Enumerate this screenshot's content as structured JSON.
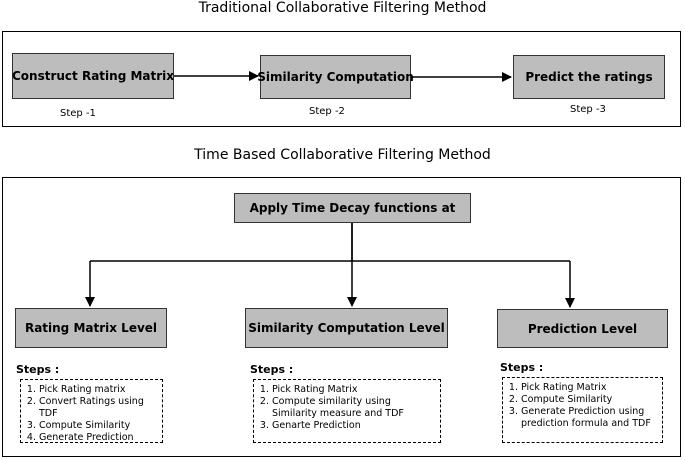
{
  "traditional": {
    "title": "Traditional Collaborative Filtering Method",
    "boxes": [
      "Construct Rating Matrix",
      "Similarity Computation",
      "Predict the ratings"
    ],
    "steps": [
      "Step -1",
      "Step -2",
      "Step -3"
    ]
  },
  "time_based": {
    "title": "Time Based Collaborative Filtering Method",
    "top_box": "Apply Time Decay functions at",
    "levels": [
      {
        "label": "Rating Matrix Level",
        "steps_heading": "Steps :",
        "steps": [
          "Pick Rating matrix",
          "Convert Ratings using TDF",
          "Compute Similarity",
          "Generate Prediction"
        ]
      },
      {
        "label": "Similarity Computation Level",
        "steps_heading": "Steps :",
        "steps": [
          "Pick Rating Matrix",
          "Compute similarity using Similarity measure and TDF",
          "Genarte Prediction"
        ]
      },
      {
        "label": "Prediction Level",
        "steps_heading": "Steps :",
        "steps": [
          "Pick Rating Matrix",
          "Compute Similarity",
          "Generate Prediction using prediction formula and TDF"
        ]
      }
    ]
  }
}
